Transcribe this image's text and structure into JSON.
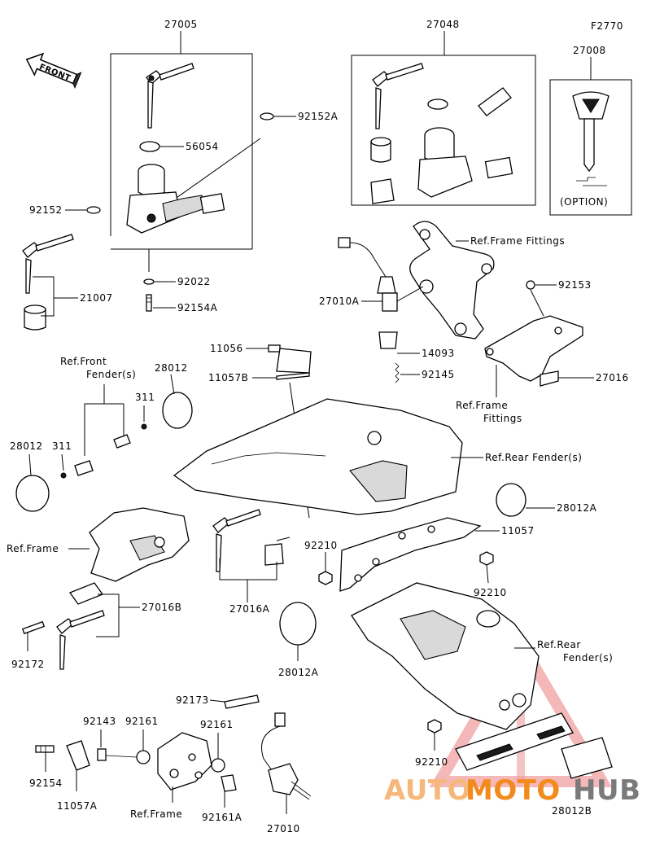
{
  "figure_code": "F2770",
  "front_label": "FRONT",
  "labels": {
    "p27005": "27005",
    "p27048": "27048",
    "p27008": "27008",
    "p92152A": "92152A",
    "p56054": "56054",
    "p92152": "92152",
    "p92022": "92022",
    "p92154A": "92154A",
    "p21007": "21007",
    "option": "(OPTION)",
    "ref_frame_fittings_top": "Ref.Frame Fittings",
    "p92153": "92153",
    "p27010A": "27010A",
    "p14093": "14093",
    "p92145": "92145",
    "p27016": "27016",
    "ref_frame_fittings_mid_1": "Ref.Frame",
    "ref_frame_fittings_mid_2": "Fittings",
    "p11056": "11056",
    "p11057B": "11057B",
    "ref_front_fender_1": "Ref.Front",
    "ref_front_fender_2": "Fender(s)",
    "p28012_top": "28012",
    "p311_right": "311",
    "p28012_left": "28012",
    "p311_left": "311",
    "ref_rear_fender_top": "Ref.Rear Fender(s)",
    "p28012A_right": "28012A",
    "p11057": "11057",
    "ref_frame_left": "Ref.Frame",
    "p92210_a": "92210",
    "p92210_b": "92210",
    "p27016B": "27016B",
    "p27016A": "27016A",
    "p92172": "92172",
    "p28012A_bottom": "28012A",
    "ref_rear_fender_1": "Ref.Rear",
    "ref_rear_fender_2": "Fender(s)",
    "p92173": "92173",
    "p92143": "92143",
    "p92161_a": "92161",
    "p92161_b": "92161",
    "p92154": "92154",
    "p11057A": "11057A",
    "ref_frame_bottom": "Ref.Frame",
    "p92161A": "92161A",
    "p27010": "27010",
    "p92210_c": "92210",
    "p28012B": "28012B"
  },
  "watermark": {
    "part1": "AUTO",
    "part2": "MOTO",
    "part3": "HUB",
    "color1": "#f5b87a",
    "color2": "#f28a1e",
    "color3": "#7a7a7a"
  }
}
